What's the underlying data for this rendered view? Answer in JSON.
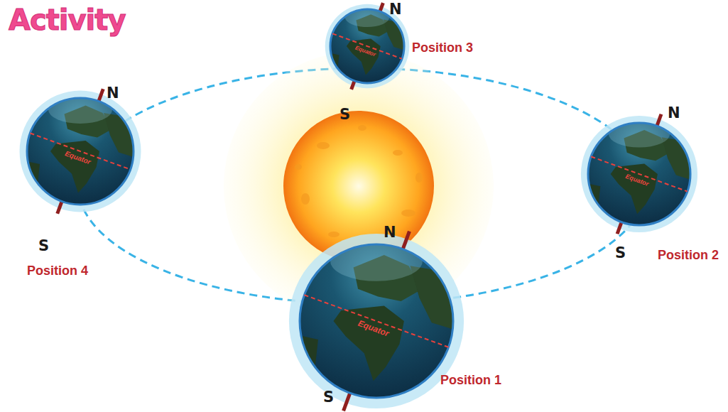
{
  "diagram": {
    "title": "Activity",
    "nodes": [
      {
        "text": [
          "Equator"
        ]
      },
      {
        "text": [
          "Equator"
        ]
      },
      {
        "text": [
          "Equator"
        ]
      },
      {
        "text": [
          "Equator"
        ]
      }
    ],
    "labels": [
      "Position 1",
      "N",
      "S",
      "Position 2",
      "N",
      "S",
      "Position 3",
      "N",
      "S",
      "Position 4",
      "N",
      "S"
    ]
  }
}
